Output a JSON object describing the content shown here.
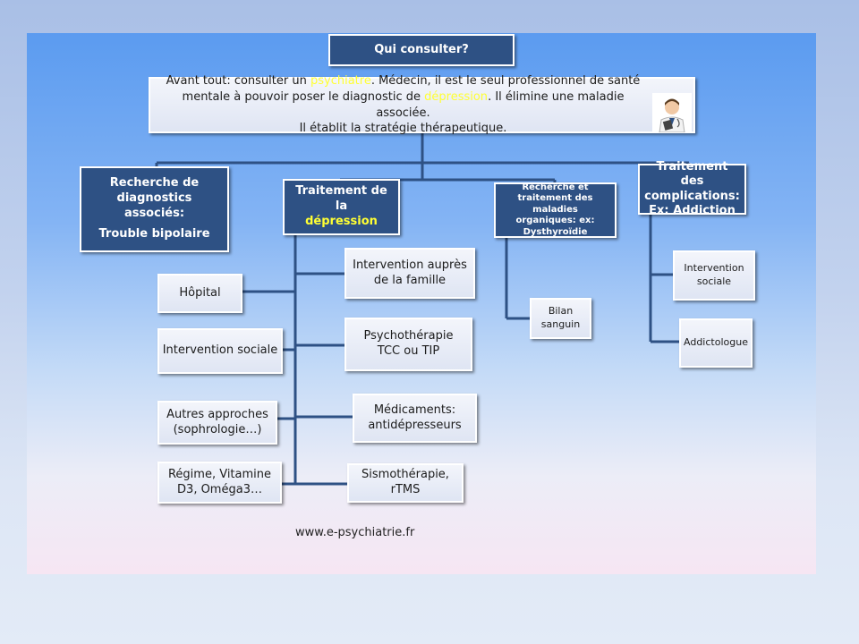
{
  "title": "Qui consulter?",
  "intro": {
    "prefix": "Avant tout: consulter un ",
    "highlight1": "psychiatre",
    "mid": ". Médecin, il est le seul professionnel de santé mentale à pouvoir poser le diagnostic de ",
    "highlight2": "dépression",
    "suffix": ". Il élimine une maladie associée.",
    "line3": "Il établit la stratégie thérapeutique."
  },
  "branches": {
    "recherche": {
      "line1": "Recherche de diagnostics associés:",
      "line2": "Trouble bipolaire"
    },
    "traitement": {
      "line1": "Traitement de la",
      "line2": "dépression"
    },
    "organiques": {
      "text": "Recherche et traitement des maladies organiques: ex: Dysthyroïdie"
    },
    "complications": {
      "line1": "Traitement des complications:",
      "line2": "Ex: Addiction"
    }
  },
  "left_items": [
    "Hôpital",
    "Intervention sociale",
    "Autres approches (sophrologie…)",
    "Régime, Vitamine D3, Oméga3…"
  ],
  "right_items": [
    "Intervention auprès de la famille",
    "Psychothérapie TCC ou TIP",
    "Médicaments: antidépresseurs",
    "Sismothérapie, rTMS"
  ],
  "organiques_child": "Bilan sanguin",
  "complications_children": [
    "Intervention sociale",
    "Addictologue"
  ],
  "footer_url": "www.e-psychiatrie.fr",
  "colors": {
    "dark_box": "#2e5184",
    "highlight": "#ffff33",
    "connector": "#2e5184"
  },
  "icons": [
    "doctor-avatar-icon"
  ]
}
